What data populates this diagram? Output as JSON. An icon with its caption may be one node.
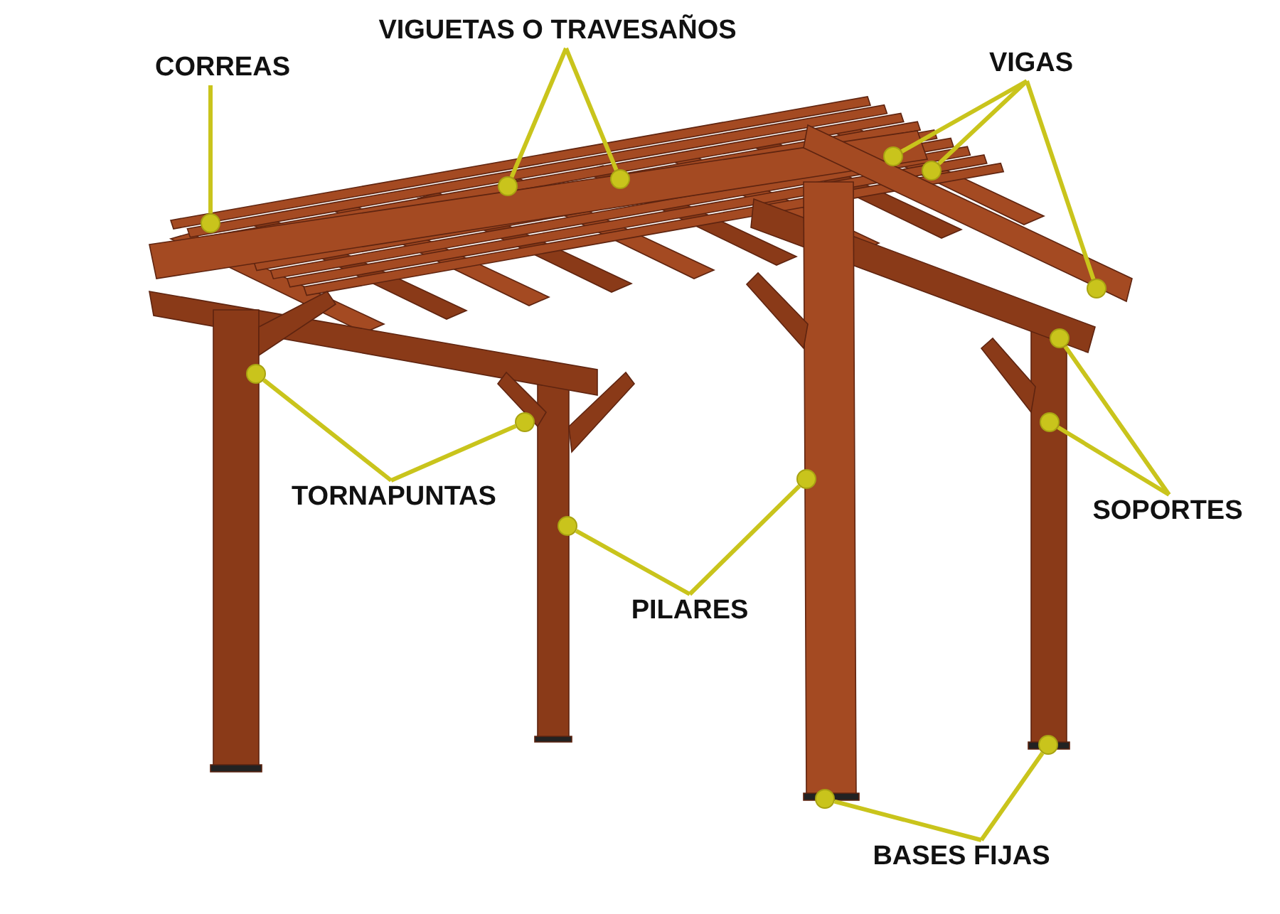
{
  "diagram": {
    "nodes": [
      {
        "text": [
          "CORREAS"
        ]
      },
      {
        "text": [],
        "shape": "circle"
      },
      {
        "text": [
          "VIGUETAS O TRAVESAÑOS"
        ]
      },
      {
        "text": [],
        "shape": "circle"
      },
      {
        "text": [],
        "shape": "circle"
      },
      {
        "text": [
          "VIGAS"
        ]
      },
      {
        "text": [],
        "shape": "circle"
      },
      {
        "text": [],
        "shape": "circle"
      },
      {
        "text": [],
        "shape": "circle"
      },
      {
        "text": [
          "TORNAPUNTAS"
        ]
      },
      {
        "text": [],
        "shape": "circle"
      },
      {
        "text": [],
        "shape": "circle"
      },
      {
        "text": [
          "SOPORTES"
        ]
      },
      {
        "text": [],
        "shape": "circle"
      },
      {
        "text": [],
        "shape": "circle"
      },
      {
        "text": [
          "PILARES"
        ]
      },
      {
        "text": [],
        "shape": "circle"
      },
      {
        "text": [],
        "shape": "circle"
      },
      {
        "text": [
          "BASES FIJAS"
        ]
      },
      {
        "text": [],
        "shape": "circle"
      },
      {
        "text": [],
        "shape": "circle"
      }
    ],
    "edges": [
      {
        "from": 0,
        "to": 1,
        "arrow": "none"
      },
      {
        "from": 2,
        "to": 3,
        "arrow": "none"
      },
      {
        "from": 2,
        "to": 4,
        "arrow": "none"
      },
      {
        "from": 5,
        "to": 6,
        "arrow": "none"
      },
      {
        "from": 5,
        "to": 7,
        "arrow": "none"
      },
      {
        "from": 5,
        "to": 8,
        "arrow": "none"
      },
      {
        "from": 9,
        "to": 10,
        "arrow": "none"
      },
      {
        "from": 9,
        "to": 11,
        "arrow": "none"
      },
      {
        "from": 12,
        "to": 13,
        "arrow": "none"
      },
      {
        "from": 12,
        "to": 14,
        "arrow": "none"
      },
      {
        "from": 15,
        "to": 16,
        "arrow": "none"
      },
      {
        "from": 15,
        "to": 17,
        "arrow": "none"
      },
      {
        "from": 18,
        "to": 19,
        "arrow": "none"
      },
      {
        "from": 18,
        "to": 20,
        "arrow": "none"
      }
    ]
  }
}
